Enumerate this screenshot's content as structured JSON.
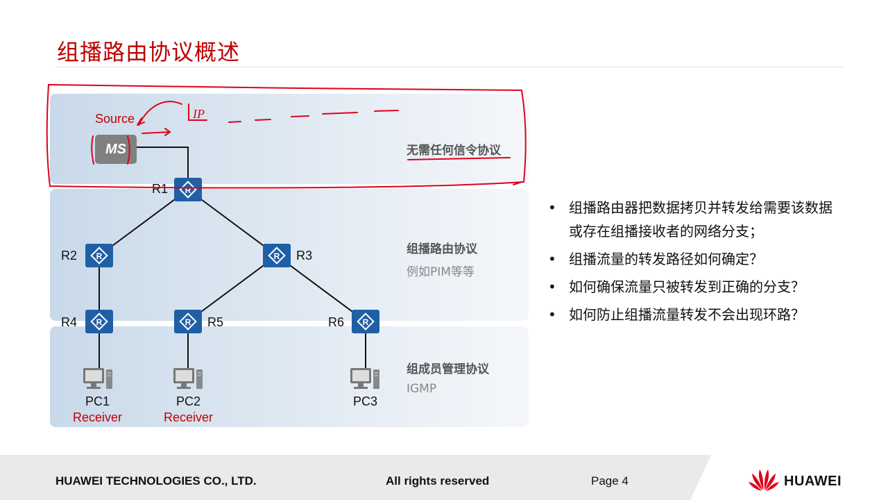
{
  "slide": {
    "title": "组播路由协议概述"
  },
  "diagram": {
    "source_label": "Source",
    "ms_label": "MS",
    "routers": [
      "R1",
      "R2",
      "R3",
      "R4",
      "R5",
      "R6"
    ],
    "pcs": [
      {
        "name": "PC1",
        "role": "Receiver"
      },
      {
        "name": "PC2",
        "role": "Receiver"
      },
      {
        "name": "PC3",
        "role": ""
      }
    ],
    "annotation": "IP"
  },
  "layers": [
    {
      "title": "无需任何信令协议",
      "sub": ""
    },
    {
      "title": "组播路由协议",
      "sub": "例如PIM等等"
    },
    {
      "title": "组成员管理协议",
      "sub": "IGMP"
    }
  ],
  "bullets": [
    "组播路由器把数据拷贝并转发给需要该数据或存在组播接收者的网络分支；",
    "组播流量的转发路径如何确定？",
    "如何确保流量只被转发到正确的分支？",
    "如何防止组播流量转发不会出现环路？"
  ],
  "bullet_symbol": "•",
  "footer": {
    "company": "HUAWEI TECHNOLOGIES CO., LTD.",
    "rights": "All rights reserved",
    "page": "Page 4",
    "brand": "HUAWEI"
  },
  "colors": {
    "title": "#c00000",
    "router": "#1f5fa6",
    "annotation": "#e0001a",
    "receiver": "#c00000"
  }
}
